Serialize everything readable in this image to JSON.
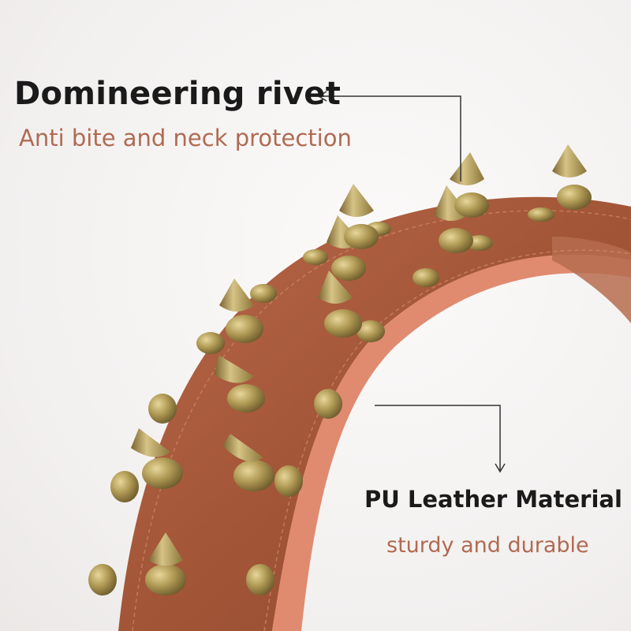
{
  "callouts": {
    "rivet": {
      "title": "Domineering rivet",
      "subtitle": "Anti bite and neck protection"
    },
    "material": {
      "title": "PU Leather Material",
      "subtitle": "sturdy and durable"
    }
  },
  "colors": {
    "title_text": "#1a1a1a",
    "subtitle_text": "#b06a52",
    "leather_top": "#a85a3c",
    "leather_edge": "#e0876e",
    "rivet": "#a8904f"
  }
}
